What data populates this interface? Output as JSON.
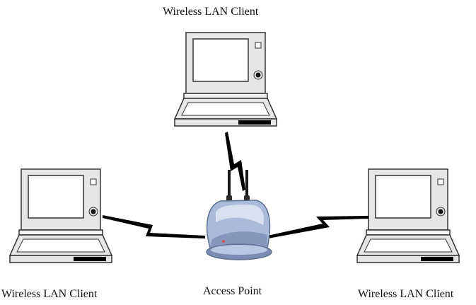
{
  "labels": {
    "client_top": "Wireless LAN Client",
    "client_left": "Wireless LAN Client",
    "client_right": "Wireless LAN Client",
    "access_point": "Access Point"
  },
  "colors": {
    "laptop_fill": "#e6e6e6",
    "laptop_outline": "#333333",
    "screen_fill": "#ffffff",
    "device_body": "#a9bbd8",
    "device_highlight": "#dde6f4",
    "device_shadow": "#5f7092",
    "antenna": "#1a1a1a",
    "signal_line": "#000000"
  },
  "icons": [
    "laptop-icon",
    "wireless-signal-icon",
    "access-point-icon"
  ]
}
